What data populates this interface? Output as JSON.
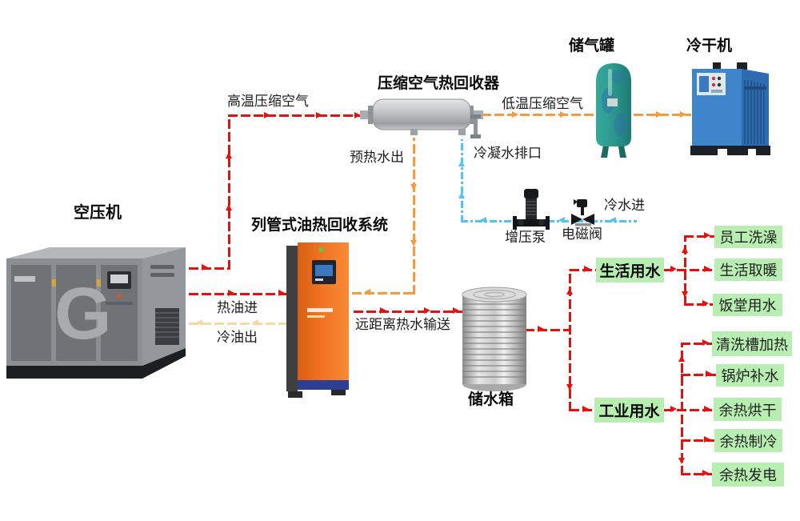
{
  "equipment": {
    "compressor": "空压机",
    "oil_recovery_unit": "列管式油热回收系统",
    "air_heat_recovery": "压缩空气热回收器",
    "air_tank": "储气罐",
    "air_dryer": "冷干机",
    "booster_pump": "增压泵",
    "solenoid_valve": "电磁阀",
    "water_tank": "储水箱"
  },
  "pipes": {
    "high_temp_air": "高温压缩空气",
    "low_temp_air": "低温压缩空气",
    "preheat_water_out": "预热水出",
    "condensate_drain": "冷凝水排口",
    "cold_water_in": "冷水进",
    "hot_oil_in": "热油进",
    "cold_oil_out": "冷油出",
    "long_distance_hot_water": "远距离热水输送"
  },
  "water_use": {
    "domestic": {
      "label": "生活用水",
      "branches": [
        "员工洗澡",
        "生活取暖",
        "饭堂用水"
      ]
    },
    "industrial": {
      "label": "工业用水",
      "branches": [
        "清洗槽加热",
        "锅炉补水",
        "余热烘干",
        "余热制冷",
        "余热发电"
      ]
    }
  },
  "colors": {
    "pipe_red": "#e8100c",
    "pipe_orange": "#f59a3f",
    "pipe_cream": "#f5d9a4",
    "pipe_blue": "#55c3ef",
    "box_green": "#b9eeb2"
  }
}
